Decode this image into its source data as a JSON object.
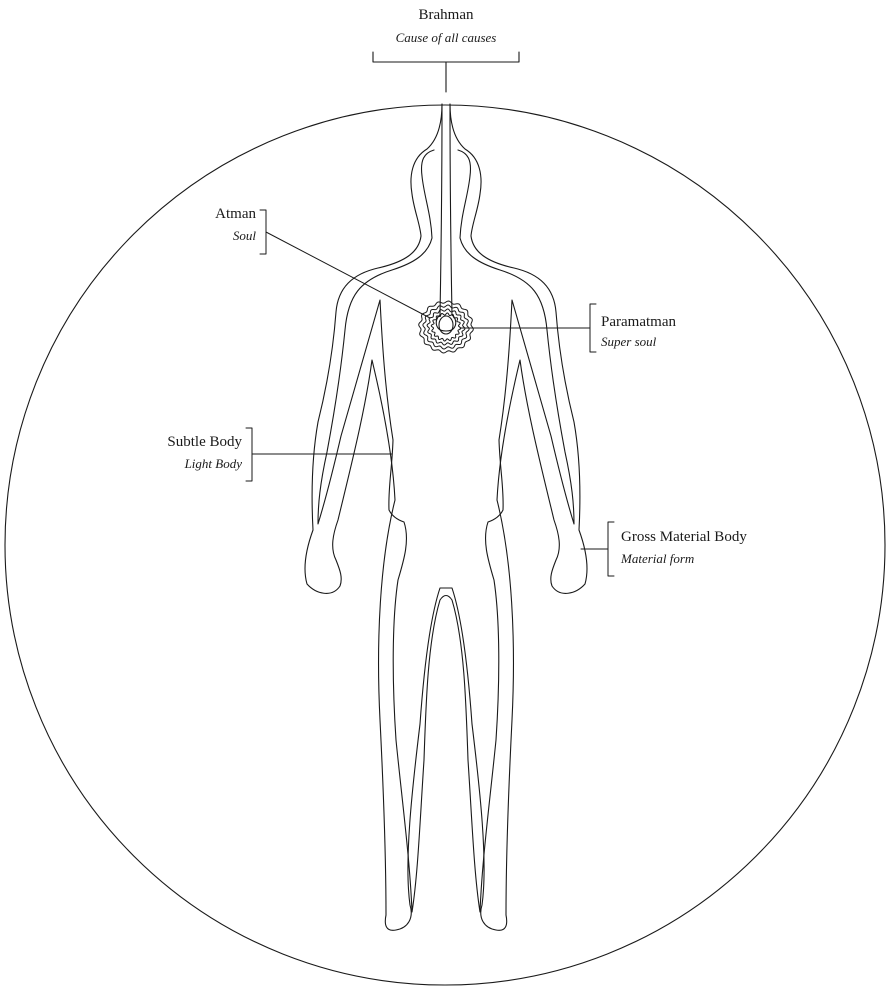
{
  "labels": {
    "brahman": {
      "title": "Brahman",
      "subtitle": "Cause of  all causes"
    },
    "atman": {
      "title": "Atman",
      "subtitle": "Soul"
    },
    "paramatman": {
      "title": "Paramatman",
      "subtitle": "Super soul"
    },
    "subtle_body": {
      "title": "Subtle Body",
      "subtitle": "Light Body"
    },
    "gross_body": {
      "title": "Gross Material Body",
      "subtitle": "Material form"
    }
  },
  "colors": {
    "line": "#1a1a1a",
    "background": "#ffffff"
  }
}
